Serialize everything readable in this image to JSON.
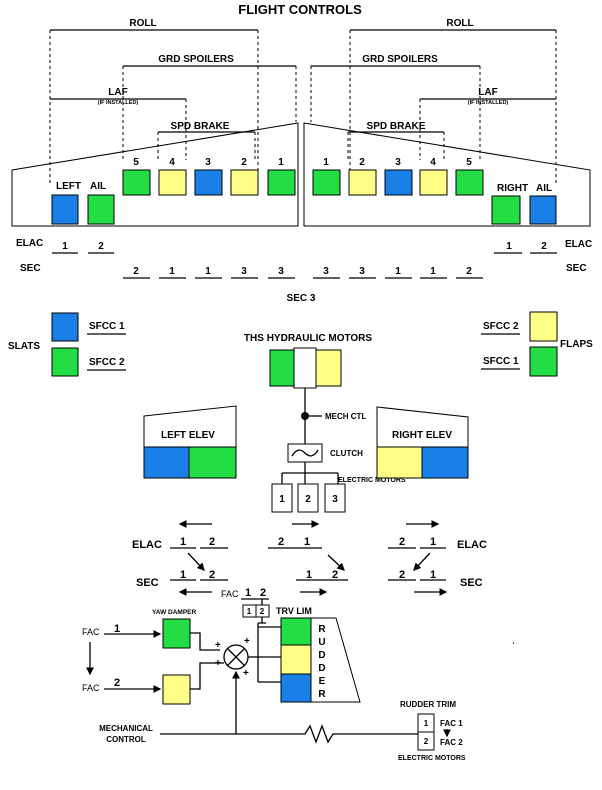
{
  "title": "FLIGHT CONTROLS",
  "colors": {
    "blue": "#1a7fe6",
    "green": "#22dd44",
    "yellow": "#ffff88",
    "white": "#ffffff"
  },
  "brackets": {
    "roll": "ROLL",
    "grd_spoilers": "GRD SPOILERS",
    "laf": "LAF",
    "laf_note": "(IF INSTALLED)",
    "spd_brake": "SPD BRAKE"
  },
  "left_wing": {
    "left_label": "LEFT",
    "ail_label": "AIL",
    "spoiler_numbers": [
      "5",
      "4",
      "3",
      "2",
      "1"
    ],
    "spoiler_colors": [
      "green",
      "yellow",
      "blue",
      "yellow",
      "green"
    ],
    "left_color": "blue",
    "ail_color": "green"
  },
  "right_wing": {
    "right_label": "RIGHT",
    "ail_label": "AIL",
    "spoiler_numbers": [
      "1",
      "2",
      "3",
      "4",
      "5"
    ],
    "spoiler_colors": [
      "green",
      "yellow",
      "blue",
      "yellow",
      "green"
    ],
    "right_color": "green",
    "ail_color": "blue"
  },
  "computers": {
    "elac_label": "ELAC",
    "sec_label": "SEC",
    "elac_left": [
      "1",
      "2"
    ],
    "elac_right": [
      "1",
      "2"
    ],
    "sec_left": [
      "2",
      "1",
      "1",
      "3",
      "3"
    ],
    "sec_right": [
      "3",
      "3",
      "1",
      "1",
      "2"
    ]
  },
  "sec3": "SEC 3",
  "slats": {
    "label": "SLATS",
    "sfcc1": "SFCC 1",
    "sfcc2": "SFCC 2",
    "sfcc1_color": "blue",
    "sfcc2_color": "green"
  },
  "flaps": {
    "label": "FLAPS",
    "sfcc2": "SFCC 2",
    "sfcc1": "SFCC 1",
    "sfcc2_color": "yellow",
    "sfcc1_color": "green"
  },
  "ths": {
    "title": "THS HYDRAULIC MOTORS",
    "colors": [
      "green",
      "white",
      "yellow"
    ],
    "mech_ctl": "MECH CTL",
    "clutch": "CLUTCH",
    "electric_motors": "ELECTRIC MOTORS",
    "motors": [
      "1",
      "2",
      "3"
    ]
  },
  "elevators": {
    "left": "LEFT ELEV",
    "right": "RIGHT ELEV",
    "left_colors": [
      "blue",
      "green"
    ],
    "right_colors": [
      "yellow",
      "blue"
    ]
  },
  "pitch": {
    "elac": "ELAC",
    "sec": "SEC",
    "left_elac": [
      "1",
      "2"
    ],
    "left_sec": [
      "1",
      "2"
    ],
    "center_elac": [
      "2",
      "1"
    ],
    "center_sec": [
      "1",
      "2"
    ],
    "right_elac": [
      "2",
      "1"
    ],
    "right_sec": [
      "2",
      "1"
    ]
  },
  "yaw": {
    "fac": "FAC",
    "fac_nums": [
      "1",
      "2"
    ],
    "fac_left": [
      "1",
      "2"
    ],
    "trv_lim": "TRV LIM",
    "yaw_damper": "YAW DAMPER",
    "yaw_damper_color": "green",
    "fac2_color": "yellow",
    "rudder_letters": [
      "R",
      "U",
      "D",
      "D",
      "E",
      "R"
    ],
    "rudder_colors": [
      "green",
      "yellow",
      "blue"
    ],
    "plus": "+",
    "mechanical_control": [
      "MECHANICAL",
      "CONTROL"
    ],
    "rudder_trim": "RUDDER TRIM",
    "trim_motors": [
      "1",
      "2"
    ],
    "trim_fac1": "FAC 1",
    "trim_fac2": "FAC 2",
    "trim_electric_motors": "ELECTRIC MOTORS"
  }
}
